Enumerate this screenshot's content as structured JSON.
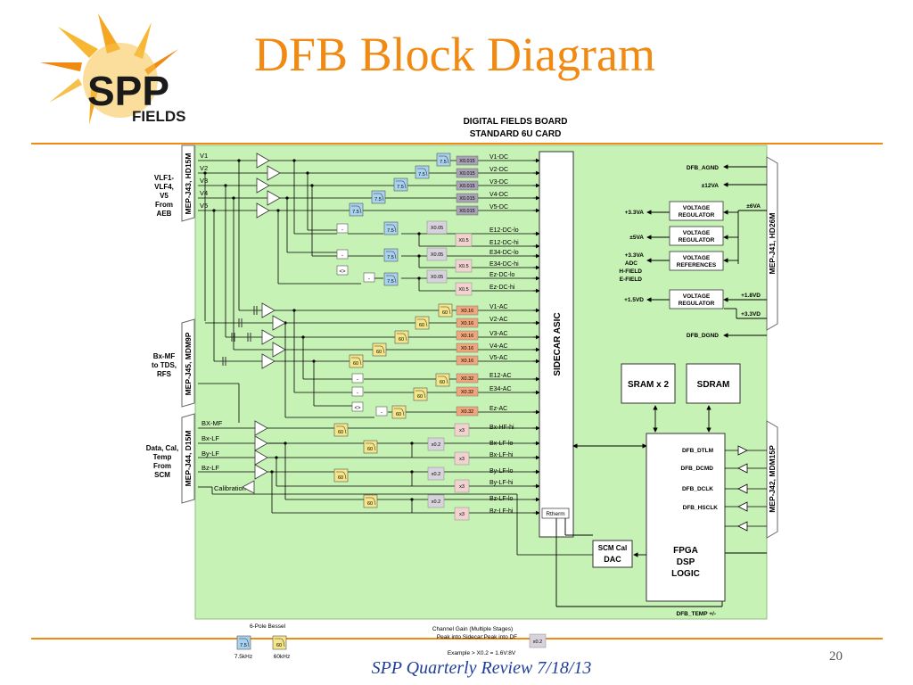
{
  "title": "DFB Block Diagram",
  "logo": {
    "main": "SPP",
    "sub": "FIELDS"
  },
  "footer": "SPP Quarterly Review 7/18/13",
  "page_number": "20",
  "colors": {
    "accent": "#f08a12",
    "board": "#c7f2b5",
    "footer_text": "#1f3f9a",
    "filter": "#a9d2ee",
    "lowpass": "#f6e68a",
    "gain_gray": "#a8a3b5",
    "gain_ac": "#f0a57b",
    "gain_pink": "#f1d2cf"
  },
  "board": {
    "title_line1": "DIGITAL FIELDS BOARD",
    "title_line2": "STANDARD 6U CARD"
  },
  "connectors": {
    "j43": "MEP-J43, HD15M",
    "j45": "MEP-J45, MDM9P",
    "j44": "MEP-J44, D15M",
    "j41": "MEP-J41, HD26M",
    "j42": "MEP-J42, MDM15P"
  },
  "inputs": {
    "vlf": [
      "VLF1-",
      "VLF4,",
      "V5",
      "From",
      "AEB"
    ],
    "bxmf": [
      "Bx-MF",
      "to TDS,",
      "RFS"
    ],
    "scm": [
      "Data, Cal,",
      "Temp",
      "From",
      "SCM"
    ]
  },
  "v_labels": [
    "V1",
    "V2",
    "V3",
    "V4",
    "V5"
  ],
  "scm_labels": [
    "BX-MF",
    "Bx-LF",
    "By-LF",
    "Bz-LF"
  ],
  "calibration": "Calibration",
  "filters": {
    "f75": "7.5",
    "f60": "60",
    "minus": "-",
    "avg": "<>"
  },
  "gains": {
    "dc": "X0.015",
    "e05": "X0.05",
    "x5": "X0.5",
    "ac": "X0.16",
    "e32": "X0.32",
    "x3": "x3",
    "x02": "x0.2"
  },
  "dc_outputs": [
    "V1-DC",
    "V2-DC",
    "V3-DC",
    "V4-DC",
    "V5-DC"
  ],
  "e_dc_outputs": [
    "E12-DC-lo",
    "E12-DC-hi",
    "E34-DC-lo",
    "E34-DC-hi",
    "Ez-DC-lo",
    "Ez-DC-hi"
  ],
  "ac_outputs": [
    "V1-AC",
    "V2-AC",
    "V3-AC",
    "V4-AC",
    "V5-AC"
  ],
  "e_ac_outputs": [
    "E12-AC",
    "E34-AC",
    "Ez-AC"
  ],
  "b_outputs": [
    "Bx-HF-hi",
    "Bx-LF-lo",
    "Bx-LF-hi",
    "By-LF-lo",
    "By-LF-hi",
    "Bz-LF-lo",
    "Bz-LF-hi"
  ],
  "asic": {
    "label": "SIDECAR ASIC",
    "rtherm": "Rtherm"
  },
  "power": {
    "dfb_agnd": "DFB_AGND",
    "p12va": "±12VA",
    "p33va": "+3.3VA",
    "p5va": "±5VA",
    "p6va": "±6VA",
    "adc": [
      "+3.3VA",
      "ADC",
      "H-FIELD",
      "E-FIELD"
    ],
    "p15vd": "+1.5VD",
    "p18vd": "+1.8VD",
    "p33vd": "+3.3VD",
    "dfb_dgnd": "DFB_DGND",
    "reg1": [
      "VOLTAGE",
      "REGULATOR"
    ],
    "reg2": [
      "VOLTAGE",
      "REGULATOR"
    ],
    "ref": [
      "VOLTAGE",
      "REFERENCES"
    ],
    "reg3": [
      "VOLTAGE",
      "REGULATOR"
    ]
  },
  "memory": {
    "sram": "SRAM x 2",
    "sdram": "SDRAM"
  },
  "fpga": [
    "FPGA",
    "DSP",
    "LOGIC"
  ],
  "scm_cal": [
    "SCM Cal",
    "DAC"
  ],
  "digital": [
    "DFB_DTLM",
    "DFB_DCMD",
    "DFB_DCLK",
    "DFB_HSCLK"
  ],
  "dfb_temp": "DFB_TEMP +/-",
  "legend": {
    "bessel": "6-Pole Bessel",
    "khz75": "7.5kHz",
    "khz60": "60kHz",
    "gain_title": "Channel Gain (Multiple Stages)",
    "gain_sub": "Peak into Sidecar:Peak into DF",
    "example": "Example > X0.2 = 1.6V:8V"
  }
}
